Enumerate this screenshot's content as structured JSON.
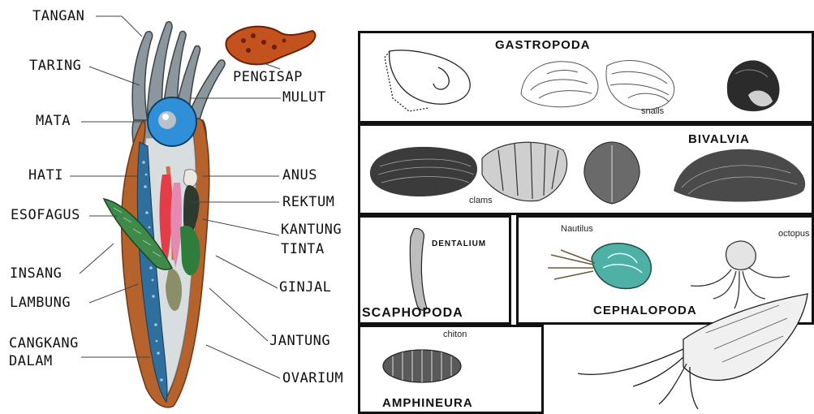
{
  "squid_labels": {
    "tangan": "TANGAN",
    "taring": "TARING",
    "mata": "MATA",
    "hati": "HATI",
    "esofagus": "ESOFAGUS",
    "insang": "INSANG",
    "lambung": "LAMBUNG",
    "cangkang_line1": "CANGKANG",
    "cangkang_line2": "DALAM",
    "pengisap": "PENGISAP",
    "mulut": "MULUT",
    "anus": "ANUS",
    "rektum": "REKTUM",
    "kantung_line1": "KANTUNG",
    "kantung_line2": "TINTA",
    "ginjal": "GINJAL",
    "jantung": "JANTUNG",
    "ovarium": "OVARIUM"
  },
  "classes": {
    "gastropoda": {
      "title": "GASTROPODA",
      "caption": "snails"
    },
    "bivalvia": {
      "title": "BIVALVIA",
      "caption": "clams"
    },
    "scaphopoda": {
      "title": "SCAPHOPODA",
      "caption": "DENTALIUM"
    },
    "cephalopoda": {
      "title": "CEPHALOPODA",
      "caption_left": "Nautilus",
      "caption_right": "octopus"
    },
    "amphineura": {
      "title": "AMPHINEURA",
      "caption": "chiton"
    }
  },
  "colors": {
    "mantle_outline": "#b5622d",
    "body_gray": "#8a9499",
    "eye_blue": "#2f8fd8",
    "gill_green": "#3f8a4a",
    "shell_blue": "#2e6f9e"
  }
}
